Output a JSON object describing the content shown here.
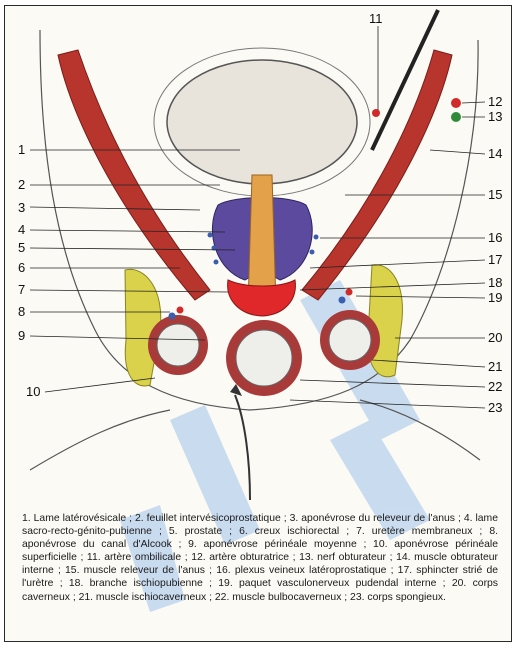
{
  "callouts": [
    "1",
    "2",
    "3",
    "4",
    "5",
    "6",
    "7",
    "8",
    "9",
    "10",
    "11",
    "12",
    "13",
    "14",
    "15",
    "16",
    "17",
    "18",
    "19",
    "20",
    "21",
    "22",
    "23"
  ],
  "caption": "1. Lame latérovésicale ; 2. feuillet intervésicoprostatique ; 3. aponévrose du releveur de l'anus ; 4. lame sacro-recto-génito-pubienne ; 5. prostate ; 6. creux ischiorectal ; 7. uretère membraneux ; 8. aponévrose du canal d'Alcook ; 9. aponévrose périnéale moyenne ; 10. aponévrose périnéale superficielle ; 11. artère ombilicale ; 12. artère obturatrice ; 13. nerf obturateur ; 14. muscle obturateur interne ; 15. muscle releveur de l'anus ; 16. plexus veineux latéroprostatique ; 17. sphincter strié de l'urètre ; 18. branche ischiopubienne ; 19. paquet vasculonerveux pudendal interne ; 20. corps caverneux ; 21. muscle ischiocaverneux ; 22. muscle bulbocaverneux ; 23. corps spongieux.",
  "colors": {
    "muscle": "#b8352e",
    "prostate": "#5b4a9e",
    "urethra": "#e3a24a",
    "sphincter": "#e0282a",
    "bone": "#d9d24a",
    "artery": "#d12a2a",
    "vein": "#3a5db0",
    "nerve": "#2f8a3a",
    "watermark": "#6fa3e6"
  }
}
